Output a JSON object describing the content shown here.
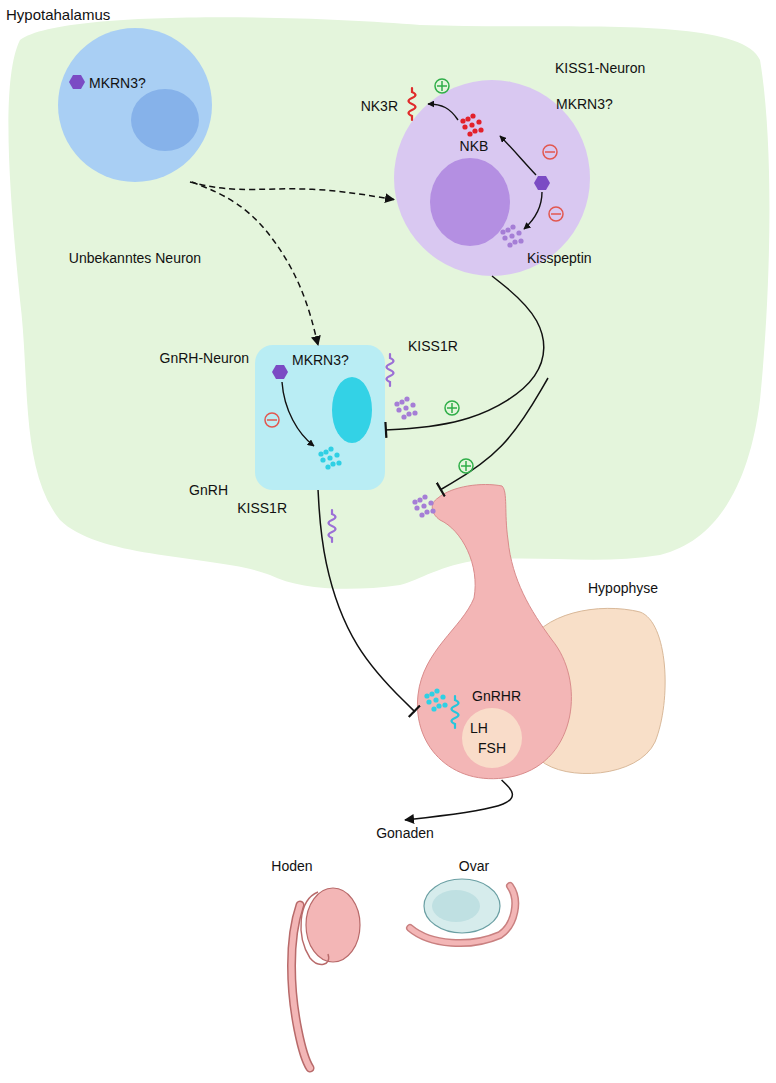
{
  "diagram": {
    "nodes": [
      {
        "text": [
          "Hypotahalamus"
        ]
      },
      {
        "text": [
          "MKRN3?",
          "Unbekanntes Neuron"
        ],
        "in": 0
      },
      {
        "text": [
          "KISS1-Neuron",
          "NK3R",
          "NKB",
          "MKRN3?",
          "Kisspeptin"
        ],
        "in": 0
      },
      {
        "text": [
          "GnRH-Neuron",
          "MKRN3?",
          "KISS1R",
          "GnRH",
          "KISS1R"
        ],
        "in": 0
      },
      {
        "text": [
          "Hypophyse",
          "GnRHR",
          "LH",
          "FSH"
        ]
      },
      {
        "text": [
          "Gonaden"
        ]
      },
      {
        "text": [
          "Hoden"
        ],
        "in": 5
      },
      {
        "text": [
          "Ovar"
        ],
        "in": 5
      }
    ],
    "edges": [
      {
        "from": 1,
        "to": 2,
        "arrow": "to"
      },
      {
        "from": 1,
        "to": 3,
        "arrow": "to"
      },
      {
        "from": 2,
        "to": 3,
        "arrow": "to"
      },
      {
        "from": 3,
        "to": 4,
        "arrow": "to"
      },
      {
        "from": 4,
        "to": 5,
        "arrow": "to"
      }
    ]
  }
}
